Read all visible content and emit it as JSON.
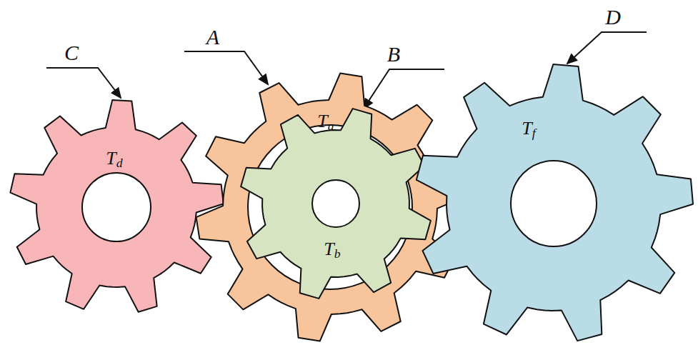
{
  "diagram": {
    "nodes": [
      {
        "text": [
          "Td"
        ]
      },
      {
        "text": [
          "Ta"
        ]
      },
      {
        "text": [
          "Tb"
        ],
        "in": 1
      },
      {
        "text": [
          "Tf"
        ]
      }
    ],
    "labels": [
      "C",
      "A",
      "B",
      "D"
    ]
  }
}
